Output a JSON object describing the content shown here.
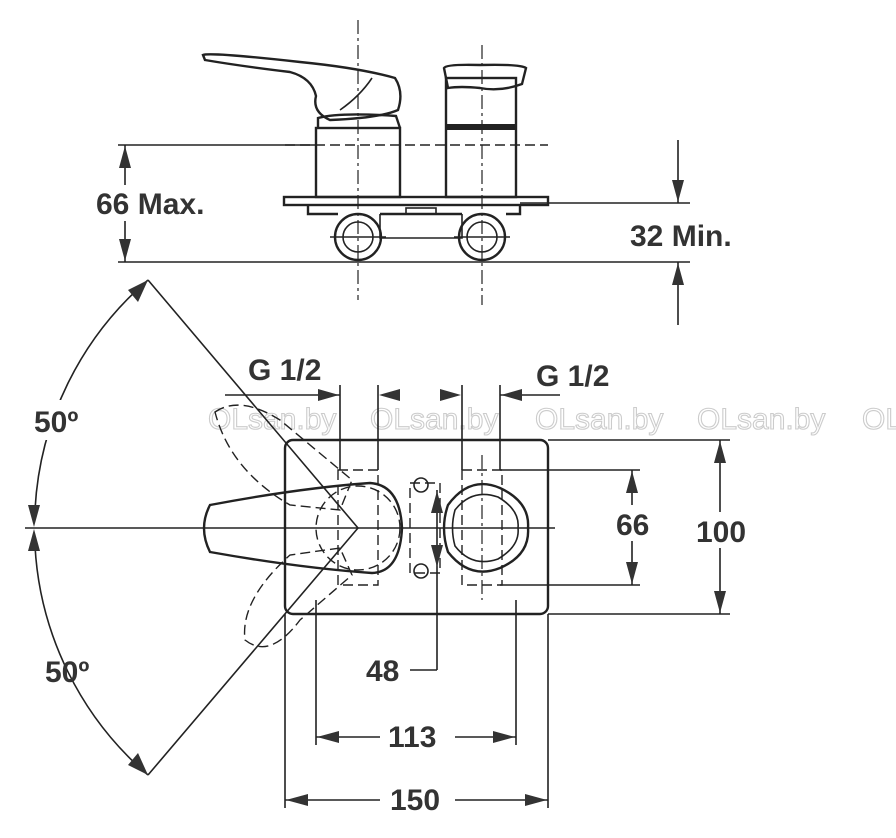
{
  "watermark": "OLsan.by",
  "labels": {
    "height_max": "66 Max.",
    "height_min": "32 Min.",
    "angle_top": "50º",
    "angle_bottom": "50º",
    "thread_left": "G 1/2",
    "thread_right": "G 1/2",
    "connection_spacing": "66",
    "plate_height": "100",
    "offset": "48",
    "inner_width": "113",
    "plate_width": "150"
  }
}
